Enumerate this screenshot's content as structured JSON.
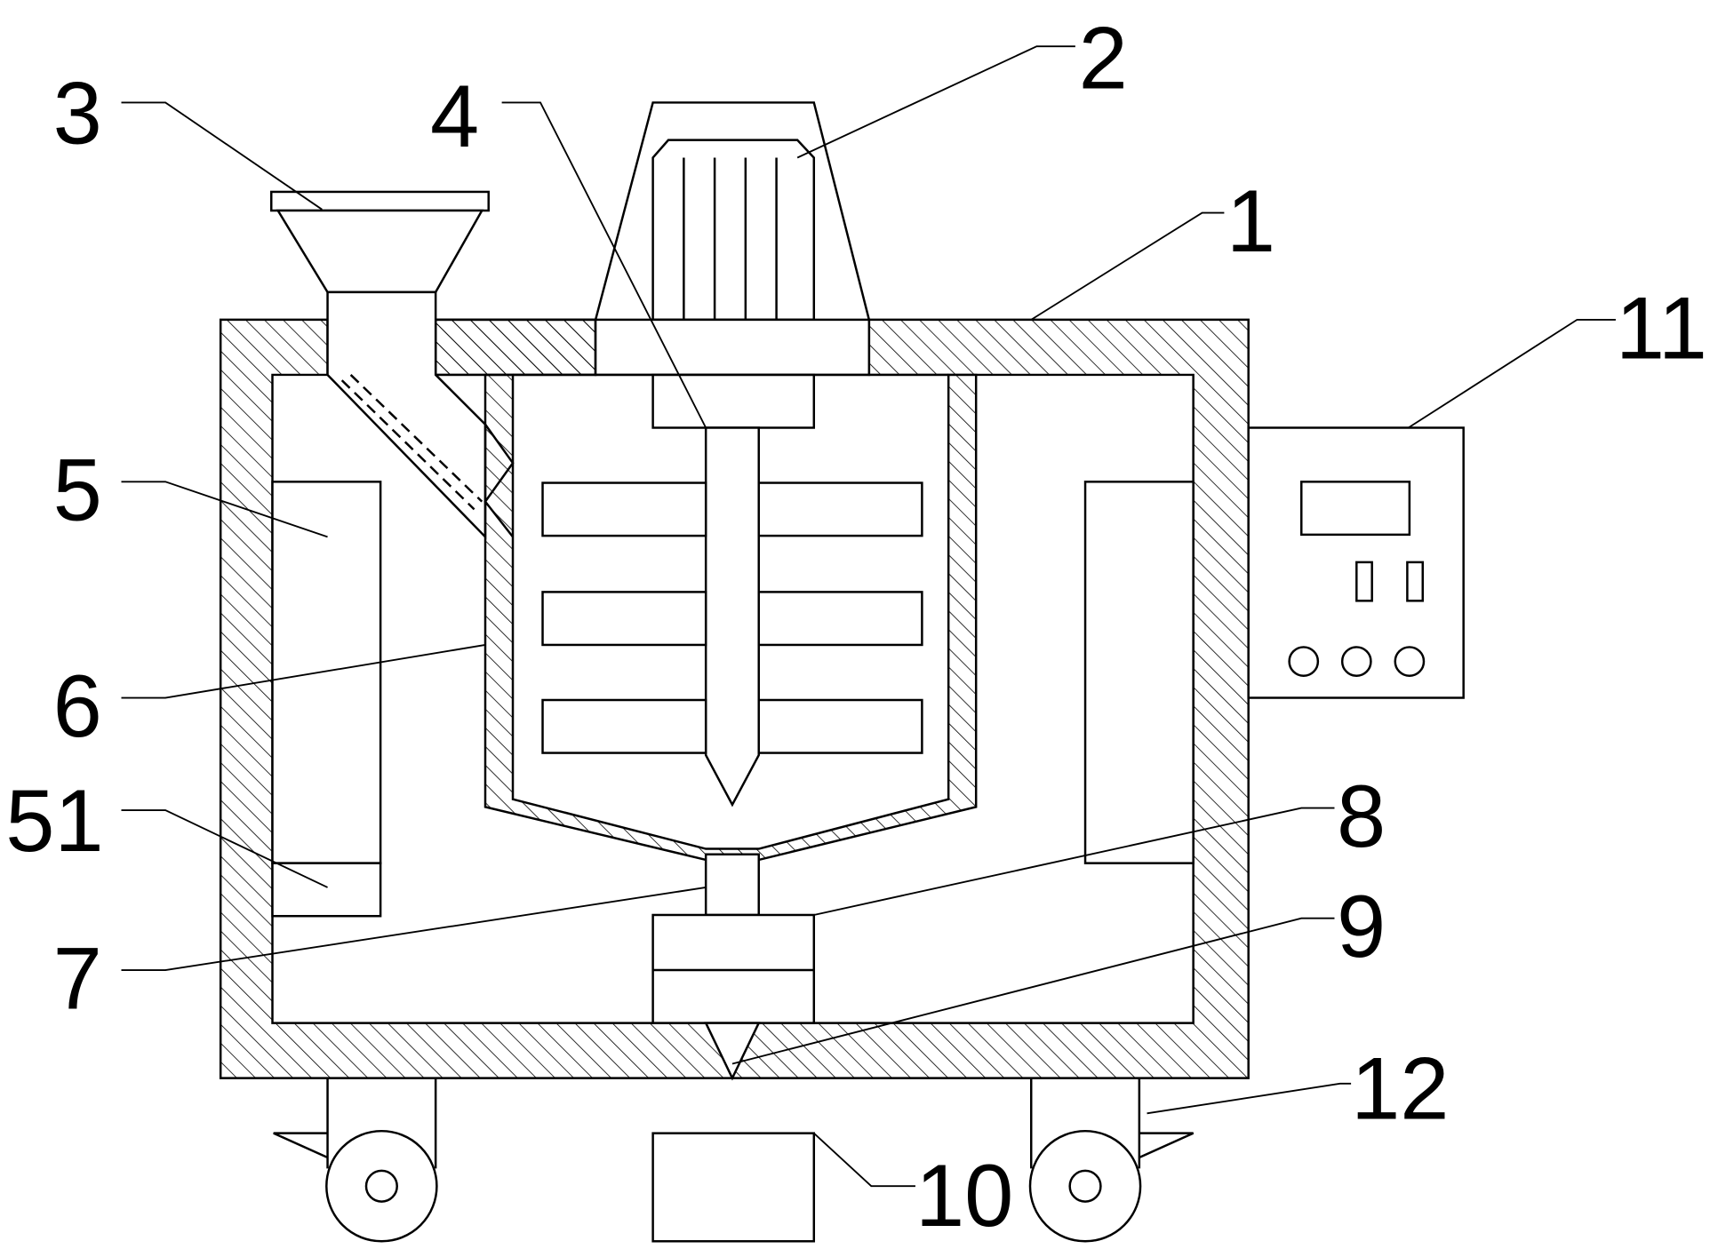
{
  "labels": {
    "l1": "1",
    "l2": "2",
    "l3": "3",
    "l4": "4",
    "l5": "5",
    "l6": "6",
    "l51": "51",
    "l7": "7",
    "l8": "8",
    "l9": "9",
    "l10": "10",
    "l11": "11",
    "l12": "12"
  },
  "colors": {
    "line": "#000000",
    "background": "#ffffff"
  }
}
